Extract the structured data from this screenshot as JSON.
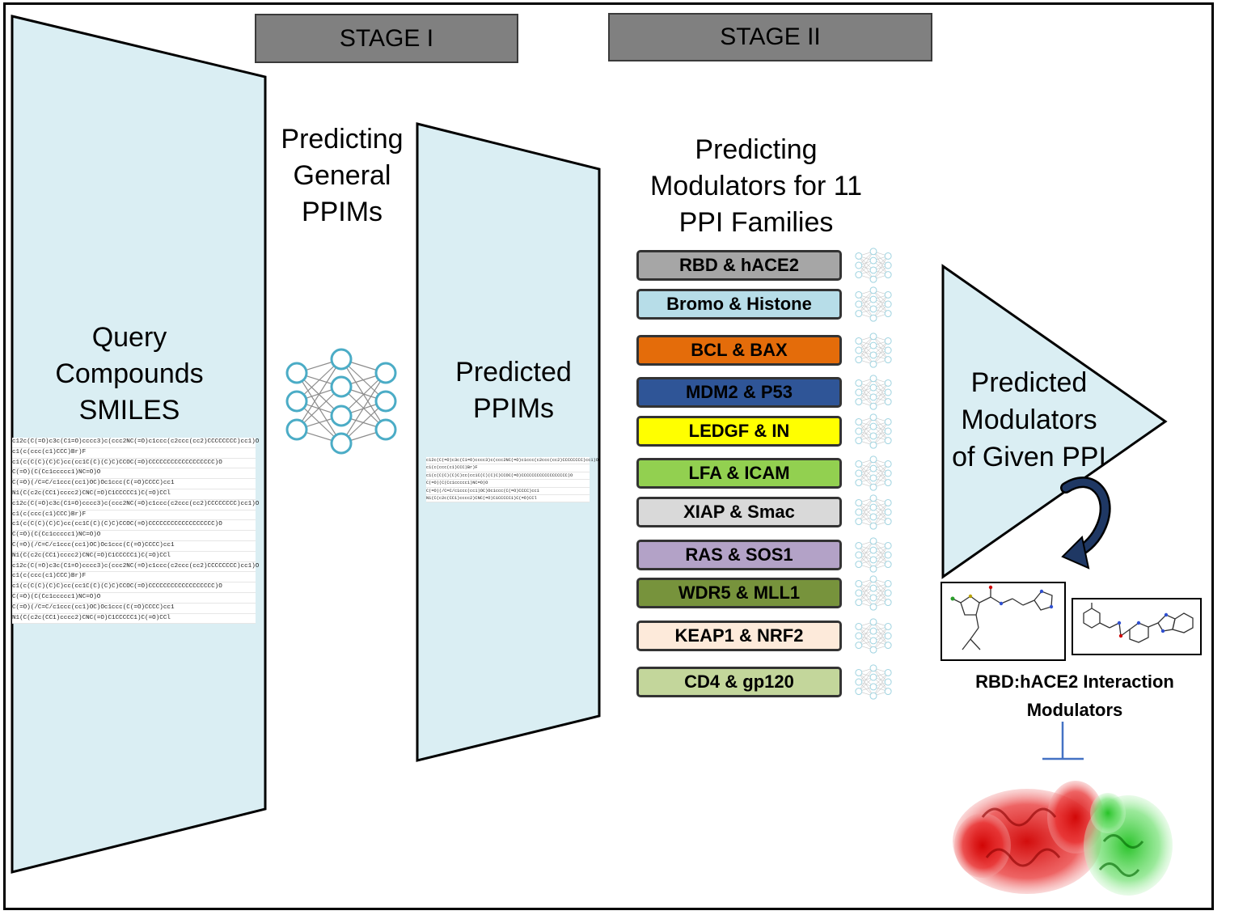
{
  "stages": {
    "stage1": "STAGE I",
    "stage2": "STAGE II"
  },
  "labels": {
    "query": [
      "Query",
      "Compounds",
      "SMILES"
    ],
    "general": [
      "Predicting",
      "General",
      "PPIMs"
    ],
    "predicted": [
      "Predicted",
      "PPIMs"
    ],
    "families_heading": [
      "Predicting",
      "Modulators for 11",
      "PPI Families"
    ],
    "given": [
      "Predicted",
      "Modulators",
      "of Given PPI"
    ],
    "caption": [
      "RBD:hACE2 Interaction",
      "Modulators"
    ]
  },
  "families": [
    {
      "label": "RBD & hACE2",
      "color": "#a6a6a6",
      "text_color": "#000000"
    },
    {
      "label": "Bromo & Histone",
      "color": "#b7dde8",
      "text_color": "#000000"
    },
    {
      "label": "BCL & BAX",
      "color": "#e46c0a",
      "text_color": "#000000"
    },
    {
      "label": "MDM2 & P53",
      "color": "#2f5597",
      "text_color": "#000000"
    },
    {
      "label": "LEDGF & IN",
      "color": "#ffff00",
      "text_color": "#000000"
    },
    {
      "label": "LFA & ICAM",
      "color": "#92d050",
      "text_color": "#000000"
    },
    {
      "label": "XIAP & Smac",
      "color": "#d9d9d9",
      "text_color": "#000000"
    },
    {
      "label": "RAS & SOS1",
      "color": "#b3a2c7",
      "text_color": "#000000"
    },
    {
      "label": "WDR5 & MLL1",
      "color": "#77933c",
      "text_color": "#000000"
    },
    {
      "label": "KEAP1 & NRF2",
      "color": "#fdeada",
      "text_color": "#000000"
    },
    {
      "label": "CD4 & gp120",
      "color": "#c3d69b",
      "text_color": "#000000"
    }
  ],
  "smiles_query": [
    "c12c(C(=O)c3c(C1=O)cccc3)c(ccc2NC(=O)c1ccc(c2ccc(cc2)CCCCCCCC)cc1)O",
    "c1(c(ccc(c1)CCC)Br)F",
    "c1(c(C(C)(C)C)cc(cc1C(C)(C)C)CCOC(=O)CCCCCCCCCCCCCCCCCC)O",
    "C(=O)(C(Cc1ccccc1)NC=O)O",
    "C(=O)(/C=C/c1ccc(cc1)OC)Oc1ccc(C(=O)CCCC)cc1",
    "N1(C(c2c(CC1)cccc2)CNC(=O)C1CCCCC1)C(=O)CCl",
    "c12c(C(=O)c3c(C1=O)cccc3)c(ccc2NC(=O)c1ccc(c2ccc(cc2)CCCCCCCC)cc1)O",
    "c1(c(ccc(c1)CCC)Br)F",
    "c1(c(C(C)(C)C)cc(cc1C(C)(C)C)CCOC(=O)CCCCCCCCCCCCCCCCCC)O",
    "C(=O)(C(Cc1ccccc1)NC=O)O",
    "C(=O)(/C=C/c1ccc(cc1)OC)Oc1ccc(C(=O)CCCC)cc1",
    "N1(C(c2c(CC1)cccc2)CNC(=O)C1CCCCC1)C(=O)CCl",
    "c12c(C(=O)c3c(C1=O)cccc3)c(ccc2NC(=O)c1ccc(c2ccc(cc2)CCCCCCCC)cc1)O",
    "c1(c(ccc(c1)CCC)Br)F",
    "c1(c(C(C)(C)C)cc(cc1C(C)(C)C)CCOC(=O)CCCCCCCCCCCCCCCCCC)O",
    "C(=O)(C(Cc1ccccc1)NC=O)O",
    "C(=O)(/C=C/c1ccc(cc1)OC)Oc1ccc(C(=O)CCCC)cc1",
    "N1(C(c2c(CC1)cccc2)CNC(=O)C1CCCCC1)C(=O)CCl"
  ],
  "smiles_predicted": [
    "c12c(C(=O)c3c(C1=O)cccc3)c(ccc2NC(=O)c1ccc(c2ccc(cc2)CCCCCCCC)cc1)O",
    "c1(c(ccc(c1)CCC)Br)F",
    "c1(c(C(C)(C)C)cc(cc1C(C)(C)C)CCOC(=O)CCCCCCCCCCCCCCCCCC)O",
    "C(=O)(C(Cc1ccccc1)NC=O)O",
    "C(=O)(/C=C/c1ccc(cc1)OC)Oc1ccc(C(=O)CCCC)cc1",
    "N1(C(c2c(CC1)cccc2)CNC(=O)C1CCCCC1)C(=O)CCl"
  ],
  "colors": {
    "panel_fill": "#daeef3",
    "node_color": "#4bacc6",
    "arrow_color": "#1f3864",
    "inhibit_color": "#4472c4"
  }
}
